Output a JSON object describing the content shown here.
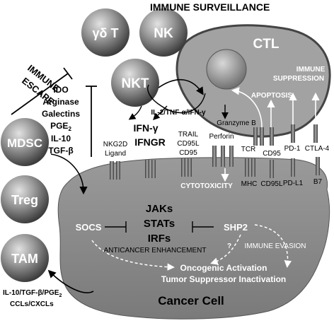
{
  "title": "IMMUNE SURVEILLANCE",
  "escape": [
    "IMMUNE",
    "ESCAPE"
  ],
  "immune_cells": {
    "gdt": "γδ T",
    "nk": "NK",
    "nkt": "NKT",
    "ctl": "CTL"
  },
  "suppressor_cells": {
    "mdsc": "MDSC",
    "treg": "Treg",
    "tam": "TAM"
  },
  "mediators": [
    "IDO",
    "Arginase",
    "Galectins",
    "PGE",
    "IL-10",
    "TGF-β"
  ],
  "mediator_pge_sub": "2",
  "cytokine_path": "IL-2/TNF-α/IFN-γ",
  "granzyme": "Granzyme B",
  "ifng": "IFN-γ",
  "ifngr": "IFNGR",
  "receptors": {
    "nkg2d": [
      "NKG2D",
      "Ligand"
    ],
    "trail": [
      "TRAIL",
      "CD95L",
      "CD95"
    ],
    "perforin": "Perforin",
    "tcr": "TCR",
    "cd95": "CD95",
    "pd1": "PD-1",
    "ctla4": "CTLA-4",
    "mhc": "MHC",
    "cd95l": "CD95L",
    "pdl1": "PD-L1",
    "b7": "B7"
  },
  "immune_suppression": [
    "IMMUNE",
    "SUPPRESSION"
  ],
  "apoptosis": "APOPTOSIS",
  "cytotoxicity": "CYTOTOXICITY",
  "signaling": {
    "socs": "SOCS",
    "jaks": "JAKs",
    "stats": "STATs",
    "irfs": "IRFs",
    "shp2": "SHP2",
    "anticancer": "ANTICANCER ENHANCEMENT",
    "question": "?",
    "evasion": "IMMUNE EVASION",
    "oncogenic": "Oncogenic Activation",
    "tsi": "Tumor Suppressor Inactivation"
  },
  "cancer_cell": "Cancer Cell",
  "secreted": [
    "IL-10/TGF-β/PGE",
    "CCLs/CXCLs"
  ],
  "secreted_sub": "2",
  "colors": {
    "cell_dark": "#4a4a4a",
    "cell_light": "#bdbdbd",
    "cancer": "#8c8c8c",
    "ctl": "#a6a6a6",
    "text": "#000000",
    "white": "#ffffff"
  }
}
